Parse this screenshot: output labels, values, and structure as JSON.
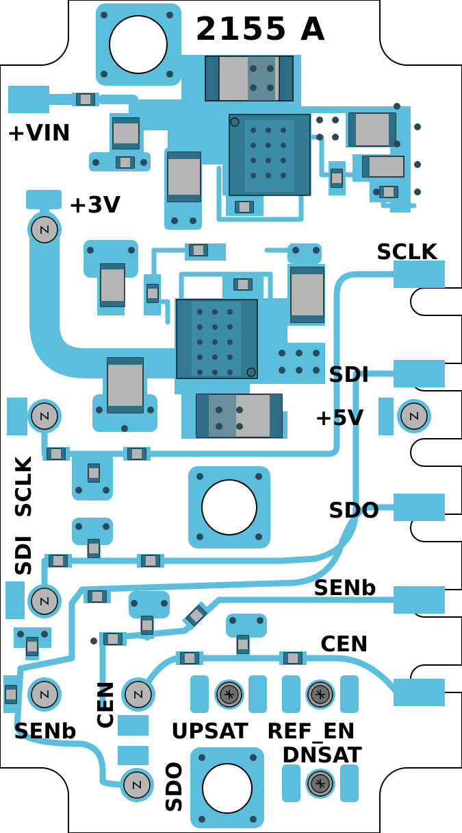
{
  "board": {
    "part_number": "2155 A",
    "colors": {
      "copper": "#5bbedd",
      "outline": "#000000",
      "body": "#b5b5b5",
      "dark": "#2c6e86",
      "via": "#2b4858",
      "background": "#ffffff"
    }
  },
  "labels": {
    "vin": "+VIN",
    "v3": "+3V",
    "v5": "+5V",
    "sclk_right": "SCLK",
    "sdi_right": "SDI",
    "sdo_right": "SDO",
    "senb_right": "SENb",
    "cen_right": "CEN",
    "sclk_left": "SCLK",
    "sdi_left": "SDI",
    "senb_left": "SENb",
    "cen_left": "CEN",
    "sdo_left": "SDO",
    "upsat": "UPSAT",
    "ref_en": "REF_EN",
    "dnsat": "DNSAT"
  },
  "icons": {
    "testpoint": "testpoint-icon",
    "mount_hole": "mounting-hole-icon",
    "led": "led-icon"
  }
}
